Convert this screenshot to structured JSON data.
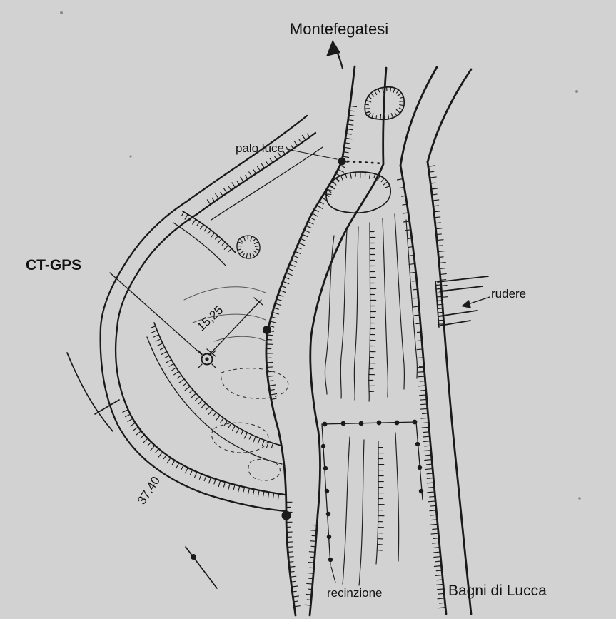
{
  "map": {
    "background_color": "#d2d2d2",
    "ink_color": "#1a1a1a",
    "labels": {
      "destination_top": "Montefegatesi",
      "light_pole": "palo luce",
      "survey_point": "CT-GPS",
      "distance_short": "15,25",
      "ruin": "rudere",
      "distance_long": "37,40",
      "fence": "recinzione",
      "destination_bottom": "Bagni di Lucca"
    }
  }
}
